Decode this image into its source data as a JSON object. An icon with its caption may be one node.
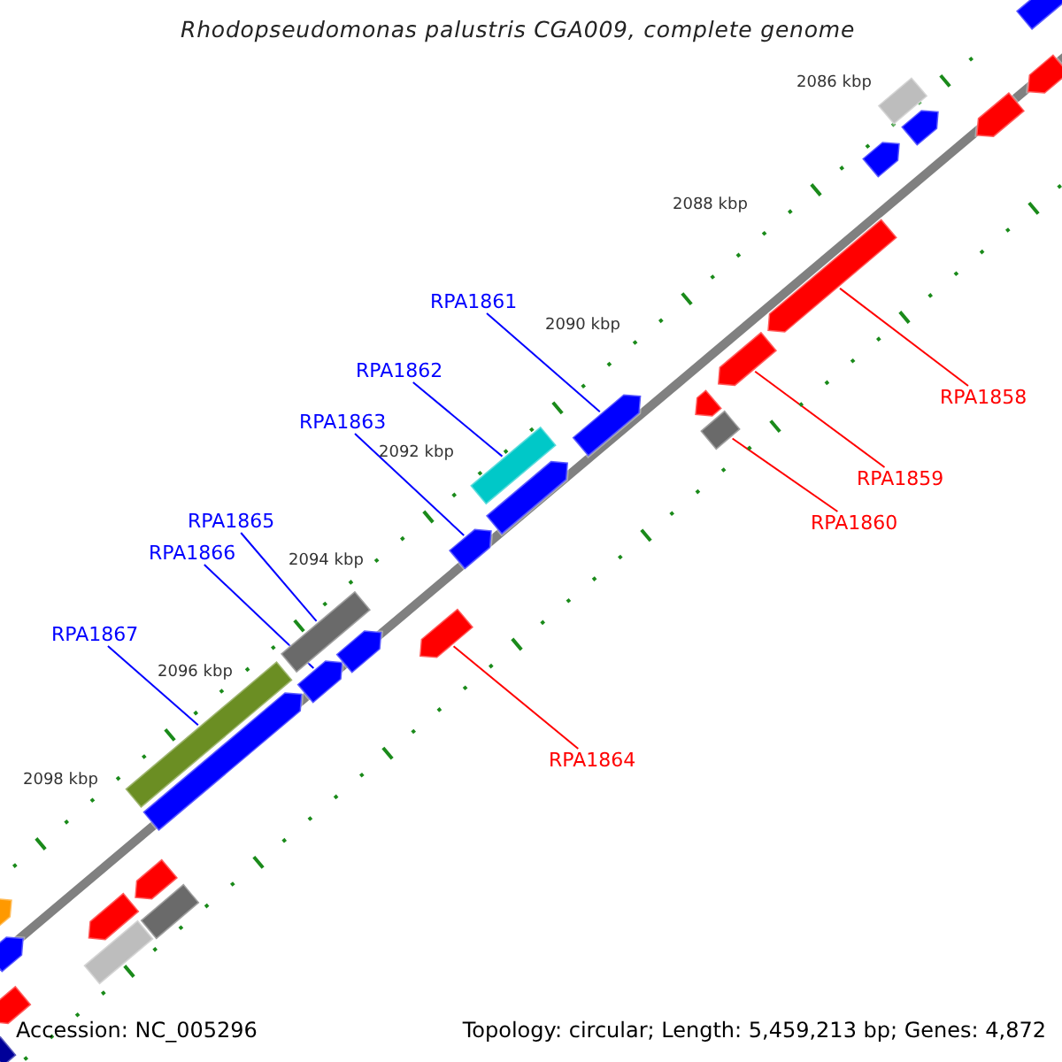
{
  "diagram": {
    "title": "Rhodopseudomonas palustris CGA009, complete genome",
    "nodes": [
      {
        "text": [
          "RPA1861"
        ]
      },
      {
        "text": [
          "RPA1862"
        ]
      },
      {
        "text": [
          "RPA1858"
        ]
      },
      {
        "text": [
          "RPA1863"
        ]
      },
      {
        "text": [
          "RPA1859"
        ]
      },
      {
        "text": [
          "RPA1860"
        ]
      },
      {
        "text": [
          "RPA1865"
        ]
      },
      {
        "text": [
          "RPA1866"
        ]
      },
      {
        "text": [
          "RPA1867"
        ]
      },
      {
        "text": [
          "RPA1864"
        ]
      },
      {
        "text": [],
        "shape": "bar"
      },
      {
        "text": [],
        "shape": "bar"
      },
      {
        "text": [],
        "shape": "bar"
      },
      {
        "text": [],
        "shape": "bar"
      },
      {
        "text": [],
        "shape": "bar"
      },
      {
        "text": [],
        "shape": "bar"
      },
      {
        "text": [],
        "shape": "bar"
      },
      {
        "text": [],
        "shape": "bar"
      },
      {
        "text": [],
        "shape": "bar"
      },
      {
        "text": [],
        "shape": "bar"
      },
      {
        "text": [],
        "shape": "bar"
      },
      {
        "text": [],
        "shape": "bar"
      },
      {
        "text": [],
        "shape": "bar"
      },
      {
        "text": [],
        "shape": "bar"
      },
      {
        "text": [],
        "shape": "bar"
      },
      {
        "text": [],
        "shape": "bar"
      },
      {
        "text": [],
        "shape": "bar"
      },
      {
        "text": [],
        "shape": "bar"
      },
      {
        "text": [],
        "shape": "bar"
      },
      {
        "text": [],
        "shape": "bar"
      },
      {
        "text": [],
        "shape": "bar"
      },
      {
        "text": [],
        "shape": "bar"
      },
      {
        "text": [],
        "shape": "bar"
      },
      {
        "text": [],
        "shape": "bar"
      },
      {
        "text": [],
        "shape": "bar"
      },
      {
        "text": [],
        "shape": "bar"
      },
      {
        "text": [],
        "shape": "bar"
      },
      {
        "text": [],
        "shape": "bar"
      }
    ],
    "edges": [
      {
        "from": 0,
        "to": 10,
        "arrow": "none"
      },
      {
        "from": 1,
        "to": 11,
        "arrow": "none"
      },
      {
        "from": 2,
        "to": 12,
        "arrow": "none",
        "color": "#ff0000"
      },
      {
        "from": 3,
        "to": 13,
        "arrow": "none"
      },
      {
        "from": 4,
        "to": 14,
        "arrow": "none",
        "color": "#ff0000"
      },
      {
        "from": 5,
        "to": 15,
        "arrow": "none",
        "color": "#ff0000"
      },
      {
        "from": 6,
        "to": 16,
        "arrow": "none"
      },
      {
        "from": 7,
        "to": 17,
        "arrow": "none"
      },
      {
        "from": 8,
        "to": 18,
        "arrow": "none"
      },
      {
        "from": 9,
        "to": 19,
        "arrow": "none",
        "color": "#ff0000"
      }
    ],
    "labels": [
      "2086 kbp",
      "2088 kbp",
      "2090 kbp",
      "2092 kbp",
      "2094 kbp",
      "2096 kbp",
      "2098 kbp",
      "Accession: NC_005296",
      "Topology: circular; Length: 5,459,213 bp; Genes: 4,872"
    ]
  }
}
